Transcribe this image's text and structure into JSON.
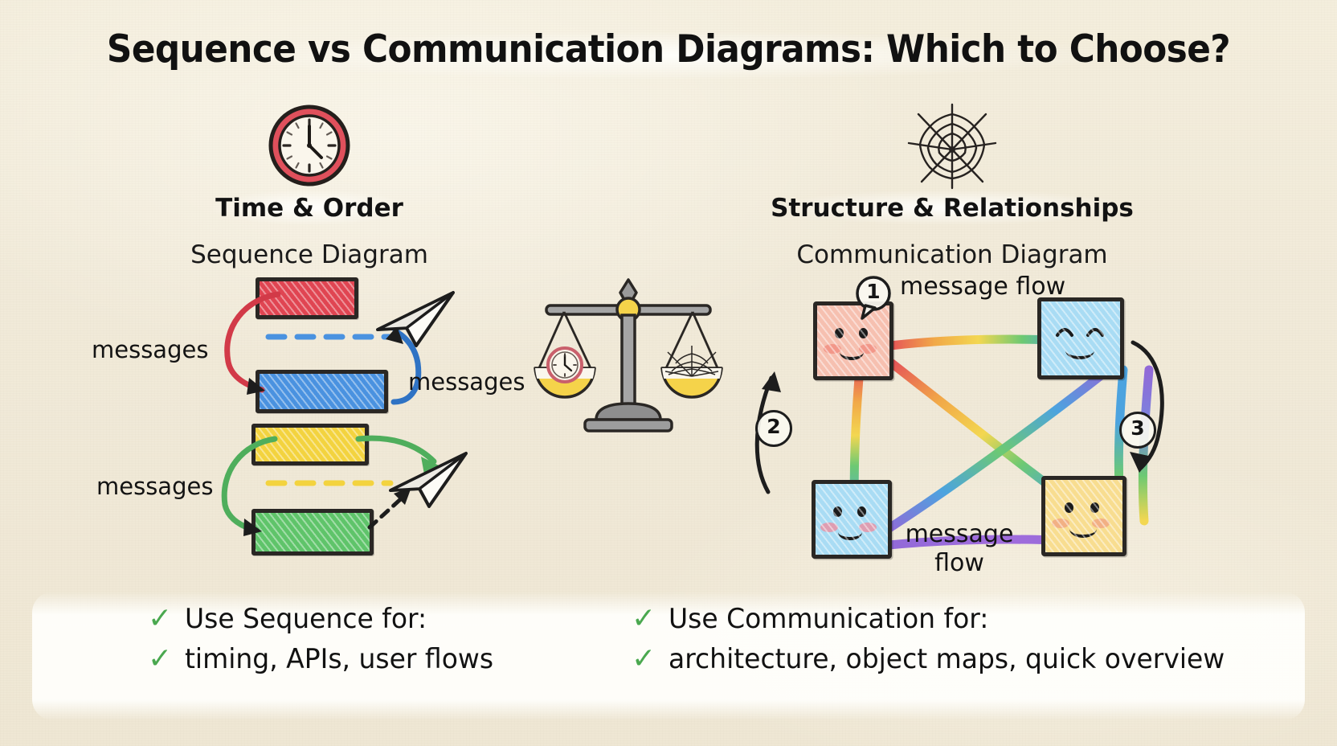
{
  "page": {
    "title": "Sequence vs Communication Diagrams: Which to Choose?",
    "background_color": "#f1ead9",
    "ink_color": "#1b1b1b"
  },
  "left_panel": {
    "icon": "clock-icon",
    "icon_color": "#e0505c",
    "heading": "Time & Order",
    "subheading": "Sequence Diagram",
    "bars": [
      {
        "name": "actor-bar-red",
        "color": "#e04552",
        "label": ""
      },
      {
        "name": "actor-bar-blue",
        "color": "#4a92e0",
        "label": ""
      },
      {
        "name": "actor-bar-yellow",
        "color": "#f3d33f",
        "label": ""
      },
      {
        "name": "actor-bar-green",
        "color": "#5fc46a",
        "label": ""
      }
    ],
    "lifelines": [
      {
        "name": "lifeline-blue",
        "color": "#4a92e0"
      },
      {
        "name": "lifeline-yellow",
        "color": "#f3d33f"
      }
    ],
    "message_labels": [
      {
        "text": "messages",
        "position": "left-upper"
      },
      {
        "text": "messages",
        "position": "right-upper"
      },
      {
        "text": "messages",
        "position": "left-lower"
      }
    ],
    "arrows": [
      {
        "name": "arrow-red-down",
        "color": "#d23a48"
      },
      {
        "name": "arrow-blue-up",
        "color": "#2f73c4"
      },
      {
        "name": "arrow-green-right",
        "color": "#4fae5c"
      },
      {
        "name": "arrow-green-down",
        "color": "#4fae5c"
      },
      {
        "name": "arrow-black-dashed",
        "color": "#1d1d1d"
      }
    ],
    "plane_icons": [
      "paper-plane-icon",
      "paper-plane-icon"
    ]
  },
  "center_panel": {
    "icon": "balance-scale-icon",
    "left_pan_item": "clock-icon",
    "right_pan_item": "spider-web-icon",
    "pan_color": "#f5d34a",
    "frame_color": "#8b8b8b"
  },
  "right_panel": {
    "icon": "spider-web-icon",
    "heading": "Structure & Relationships",
    "subheading": "Communication Diagram",
    "nodes": [
      {
        "name": "object-node-pink",
        "color": "#f6c0b0",
        "position": "top-left"
      },
      {
        "name": "object-node-blue-top",
        "color": "#a9dcf4",
        "position": "top-right"
      },
      {
        "name": "object-node-blue-bottom",
        "color": "#a9dcf4",
        "position": "bottom-left"
      },
      {
        "name": "object-node-yellow",
        "color": "#f8dd90",
        "position": "bottom-right"
      }
    ],
    "markers": [
      {
        "number": "1",
        "label": "message flow"
      },
      {
        "number": "2",
        "label": ""
      },
      {
        "number": "3",
        "label": ""
      }
    ],
    "flow_label_top": "message flow",
    "flow_label_bottom_line1": "message",
    "flow_label_bottom_line2": "flow",
    "link_colors": [
      "#e5484d",
      "#f2a33c",
      "#f4d646",
      "#62c76b",
      "#3f9ee0",
      "#8a5fd8"
    ]
  },
  "checklist": {
    "tick_glyph": "✓",
    "tick_color": "#4aa84f",
    "left_column": [
      "Use Sequence for:",
      "timing, APIs, user flows"
    ],
    "right_column": [
      "Use Communication for:",
      "architecture, object maps, quick overview"
    ]
  }
}
